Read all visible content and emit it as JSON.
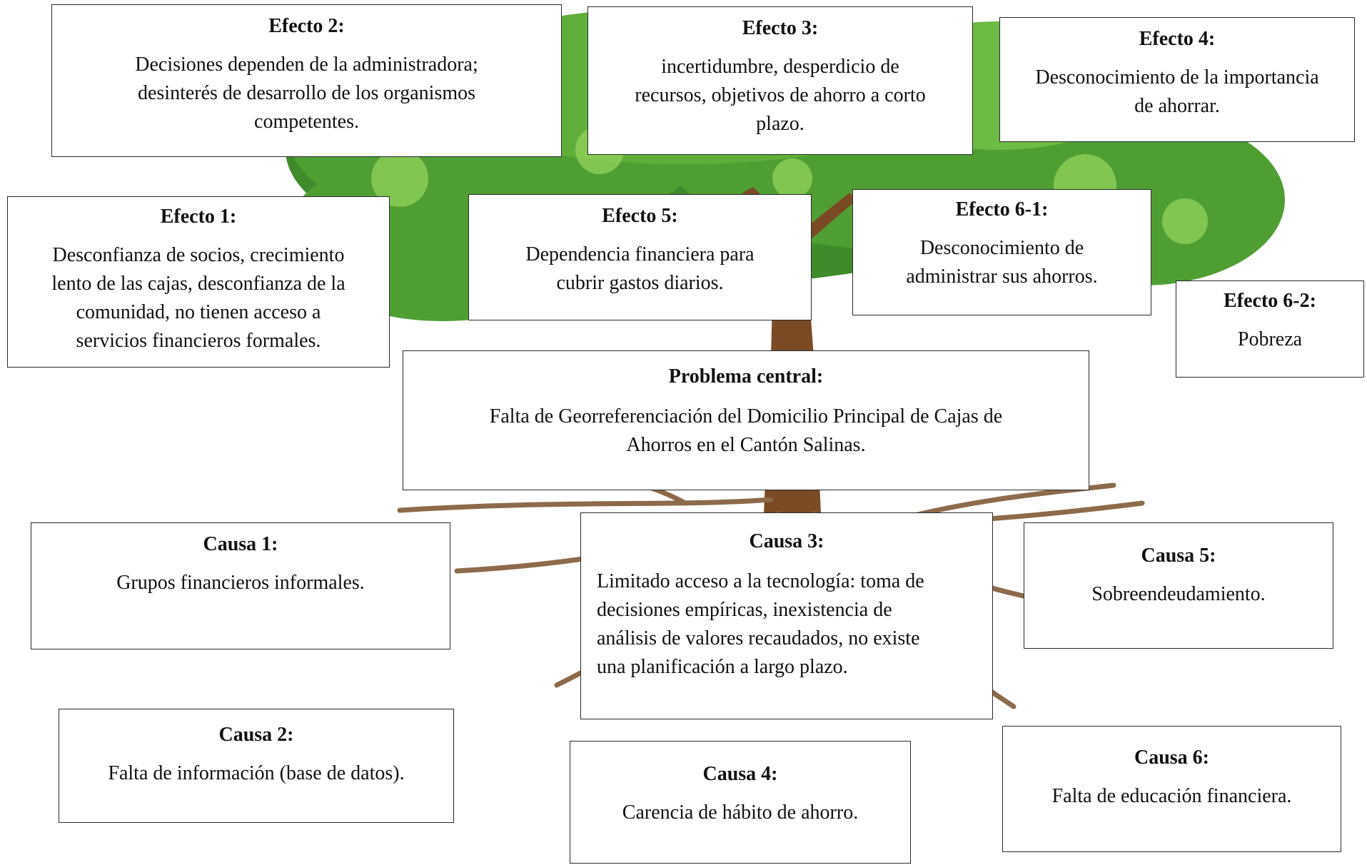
{
  "colors": {
    "foliage_dark": "#3f8a2a",
    "foliage_mid": "#5fae3a",
    "foliage_light": "#8fd05a",
    "trunk": "#7a4a24",
    "roots": "#8c6a4a",
    "border": "#2a2a2a"
  },
  "effects": [
    {
      "id": "efecto-1",
      "title": "Efecto 1:",
      "lines": [
        "Desconfianza de socios, crecimiento",
        "lento de las cajas, desconfianza de la",
        "comunidad, no tienen acceso a",
        "servicios financieros formales."
      ]
    },
    {
      "id": "efecto-2",
      "title": "Efecto 2:",
      "lines": [
        "Decisiones dependen de la administradora;",
        "desinterés de desarrollo de los organismos",
        "competentes."
      ]
    },
    {
      "id": "efecto-3",
      "title": "Efecto 3:",
      "lines": [
        "incertidumbre, desperdicio de",
        "recursos, objetivos de ahorro a corto",
        "plazo."
      ]
    },
    {
      "id": "efecto-4",
      "title": "Efecto 4:",
      "lines": [
        "Desconocimiento de la importancia",
        "de ahorrar."
      ]
    },
    {
      "id": "efecto-5",
      "title": "Efecto 5:",
      "lines": [
        "Dependencia financiera para",
        "cubrir gastos diarios."
      ]
    },
    {
      "id": "efecto-6-1",
      "title": "Efecto 6-1:",
      "lines": [
        "Desconocimiento de",
        "administrar sus ahorros."
      ]
    },
    {
      "id": "efecto-6-2",
      "title": "Efecto 6-2:",
      "lines": [
        "Pobreza"
      ]
    }
  ],
  "central_problem": {
    "title": "Problema central:",
    "lines": [
      "Falta de Georreferenciación del Domicilio Principal de Cajas de",
      "Ahorros en el Cantón Salinas."
    ]
  },
  "causes": [
    {
      "id": "causa-1",
      "title": "Causa 1:",
      "lines": [
        "Grupos financieros informales."
      ]
    },
    {
      "id": "causa-2",
      "title": "Causa 2:",
      "lines": [
        "Falta de información (base de datos)."
      ]
    },
    {
      "id": "causa-3",
      "title": "Causa 3:",
      "lines": [
        "Limitado acceso a la tecnología: toma de",
        "decisiones empíricas, inexistencia de",
        "análisis de valores recaudados, no existe",
        "una planificación a largo plazo."
      ]
    },
    {
      "id": "causa-4",
      "title": "Causa 4:",
      "lines": [
        "Carencia de hábito de ahorro."
      ]
    },
    {
      "id": "causa-5",
      "title": "Causa 5:",
      "lines": [
        "Sobreendeudamiento."
      ]
    },
    {
      "id": "causa-6",
      "title": "Causa 6:",
      "lines": [
        "Falta de educación financiera."
      ]
    }
  ]
}
